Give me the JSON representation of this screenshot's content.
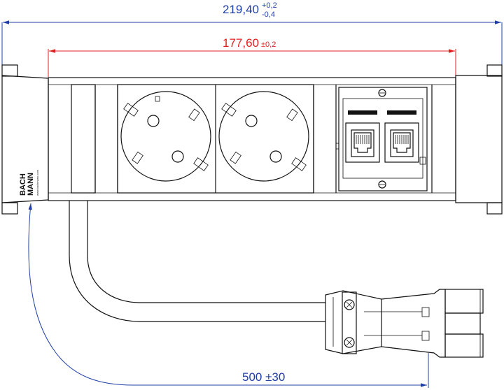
{
  "dimensions": {
    "overall": {
      "value": "219,40",
      "tol_upper": "+0,2",
      "tol_lower": "-0,4",
      "color": "#1f3fa6"
    },
    "inner": {
      "value": "177,60",
      "tol": "±0,2",
      "color": "#e01f1f"
    },
    "cable": {
      "value": "500 ±30",
      "color": "#1f3fa6"
    }
  },
  "brand": {
    "line1": "BACH",
    "line2": "MANN",
    "url": "www.bachmann.com"
  },
  "components": {
    "socket_count": 2,
    "data_port_count": 2
  }
}
